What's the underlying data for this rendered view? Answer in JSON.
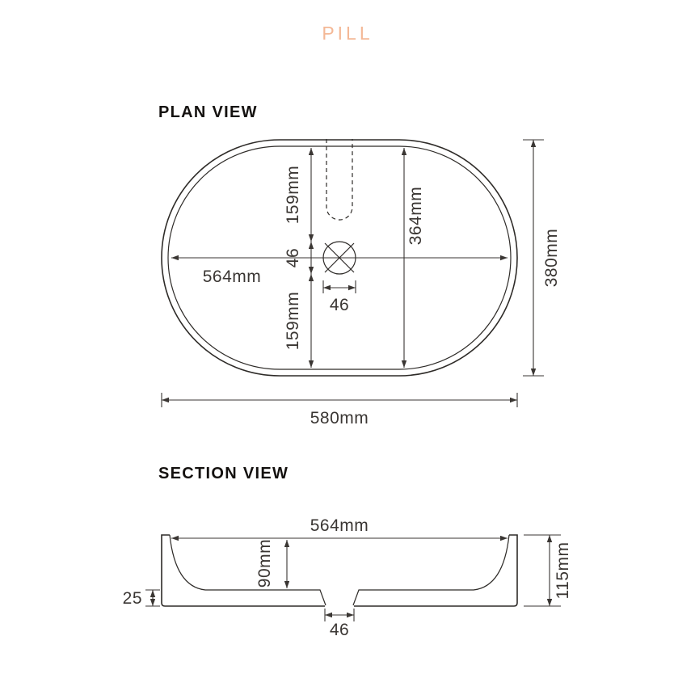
{
  "title": "PILL",
  "colors": {
    "accent": "#F4B896",
    "line": "#2E2B28",
    "text": "#3A3633"
  },
  "plan": {
    "heading": "PLAN VIEW",
    "inner_width": "564mm",
    "inner_height": "364mm",
    "top_segment": "159mm",
    "drain_vertical": "46",
    "bottom_segment": "159mm",
    "drain_width": "46",
    "overall_height": "380mm",
    "overall_width": "580mm"
  },
  "section": {
    "heading": "SECTION VIEW",
    "inner_width": "564mm",
    "bowl_depth": "90mm",
    "overall_height": "115mm",
    "base_thickness": "25",
    "drain_width": "46"
  }
}
